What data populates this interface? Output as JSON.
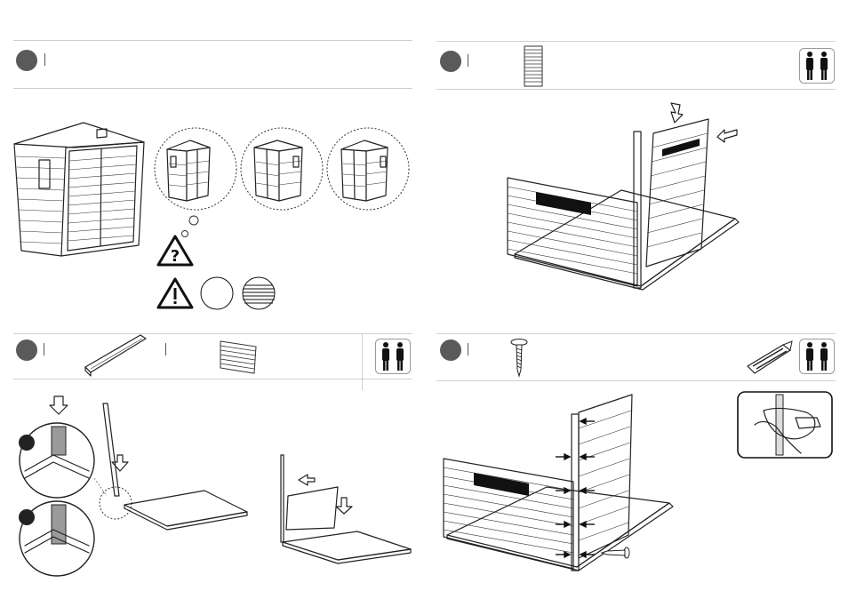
{
  "steps": [
    {
      "id": "intro",
      "icons": [
        "shed-orientation-thought-icon",
        "question-warning-icon",
        "caution-warning-icon"
      ]
    },
    {
      "id": "step-a",
      "icons": [
        "wall-panel-part-icon",
        "two-persons-icon"
      ]
    },
    {
      "id": "step-b",
      "icons": [
        "corner-profile-part-icon",
        "wall-panel-part-icon",
        "two-persons-icon"
      ]
    },
    {
      "id": "step-c",
      "icons": [
        "screw-part-icon",
        "screwdriver-tool-icon",
        "two-persons-icon"
      ]
    }
  ],
  "colors": {
    "step_badge": "#5a5a5a",
    "divider": "#cfcfcf",
    "ink": "#222222"
  }
}
